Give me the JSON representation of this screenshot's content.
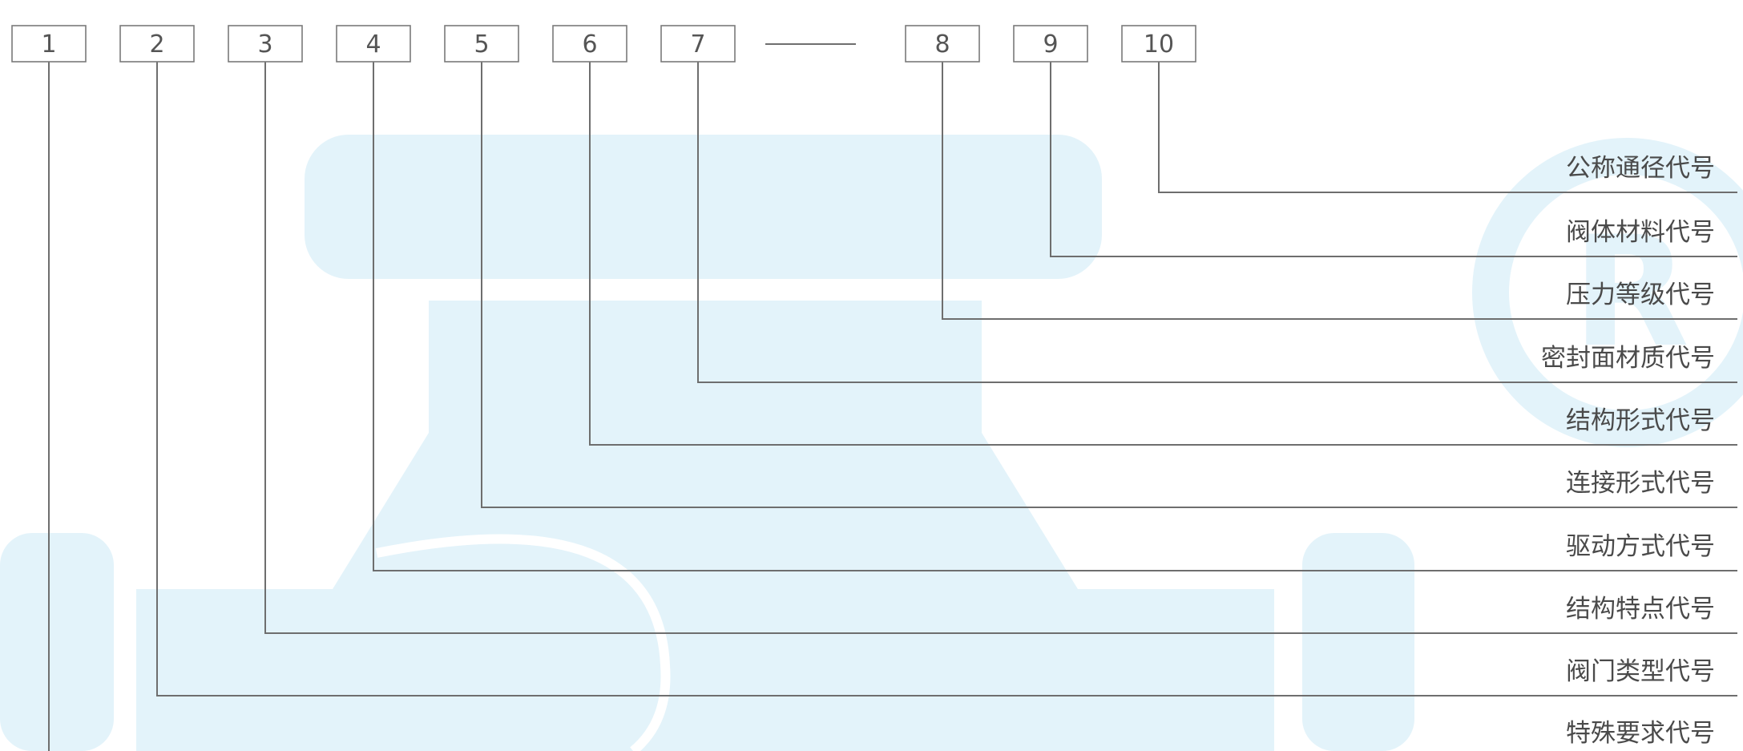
{
  "code_positions": [
    {
      "number": "1",
      "label": "特殊要求代号"
    },
    {
      "number": "2",
      "label": "阀门类型代号"
    },
    {
      "number": "3",
      "label": "结构特点代号"
    },
    {
      "number": "4",
      "label": "驱动方式代号"
    },
    {
      "number": "5",
      "label": "连接形式代号"
    },
    {
      "number": "6",
      "label": "结构形式代号"
    },
    {
      "number": "7",
      "label": "密封面材质代号"
    },
    {
      "number": "8",
      "label": "压力等级代号"
    },
    {
      "number": "9",
      "label": "阀体材料代号"
    },
    {
      "number": "10",
      "label": "公称通径代号"
    }
  ],
  "separator_position": "between 7 and 8",
  "colors": {
    "line": "#6e6e6e",
    "box_border": "#7a7a7a",
    "text": "#4a4a4a",
    "watermark": "#e3f3fa"
  }
}
